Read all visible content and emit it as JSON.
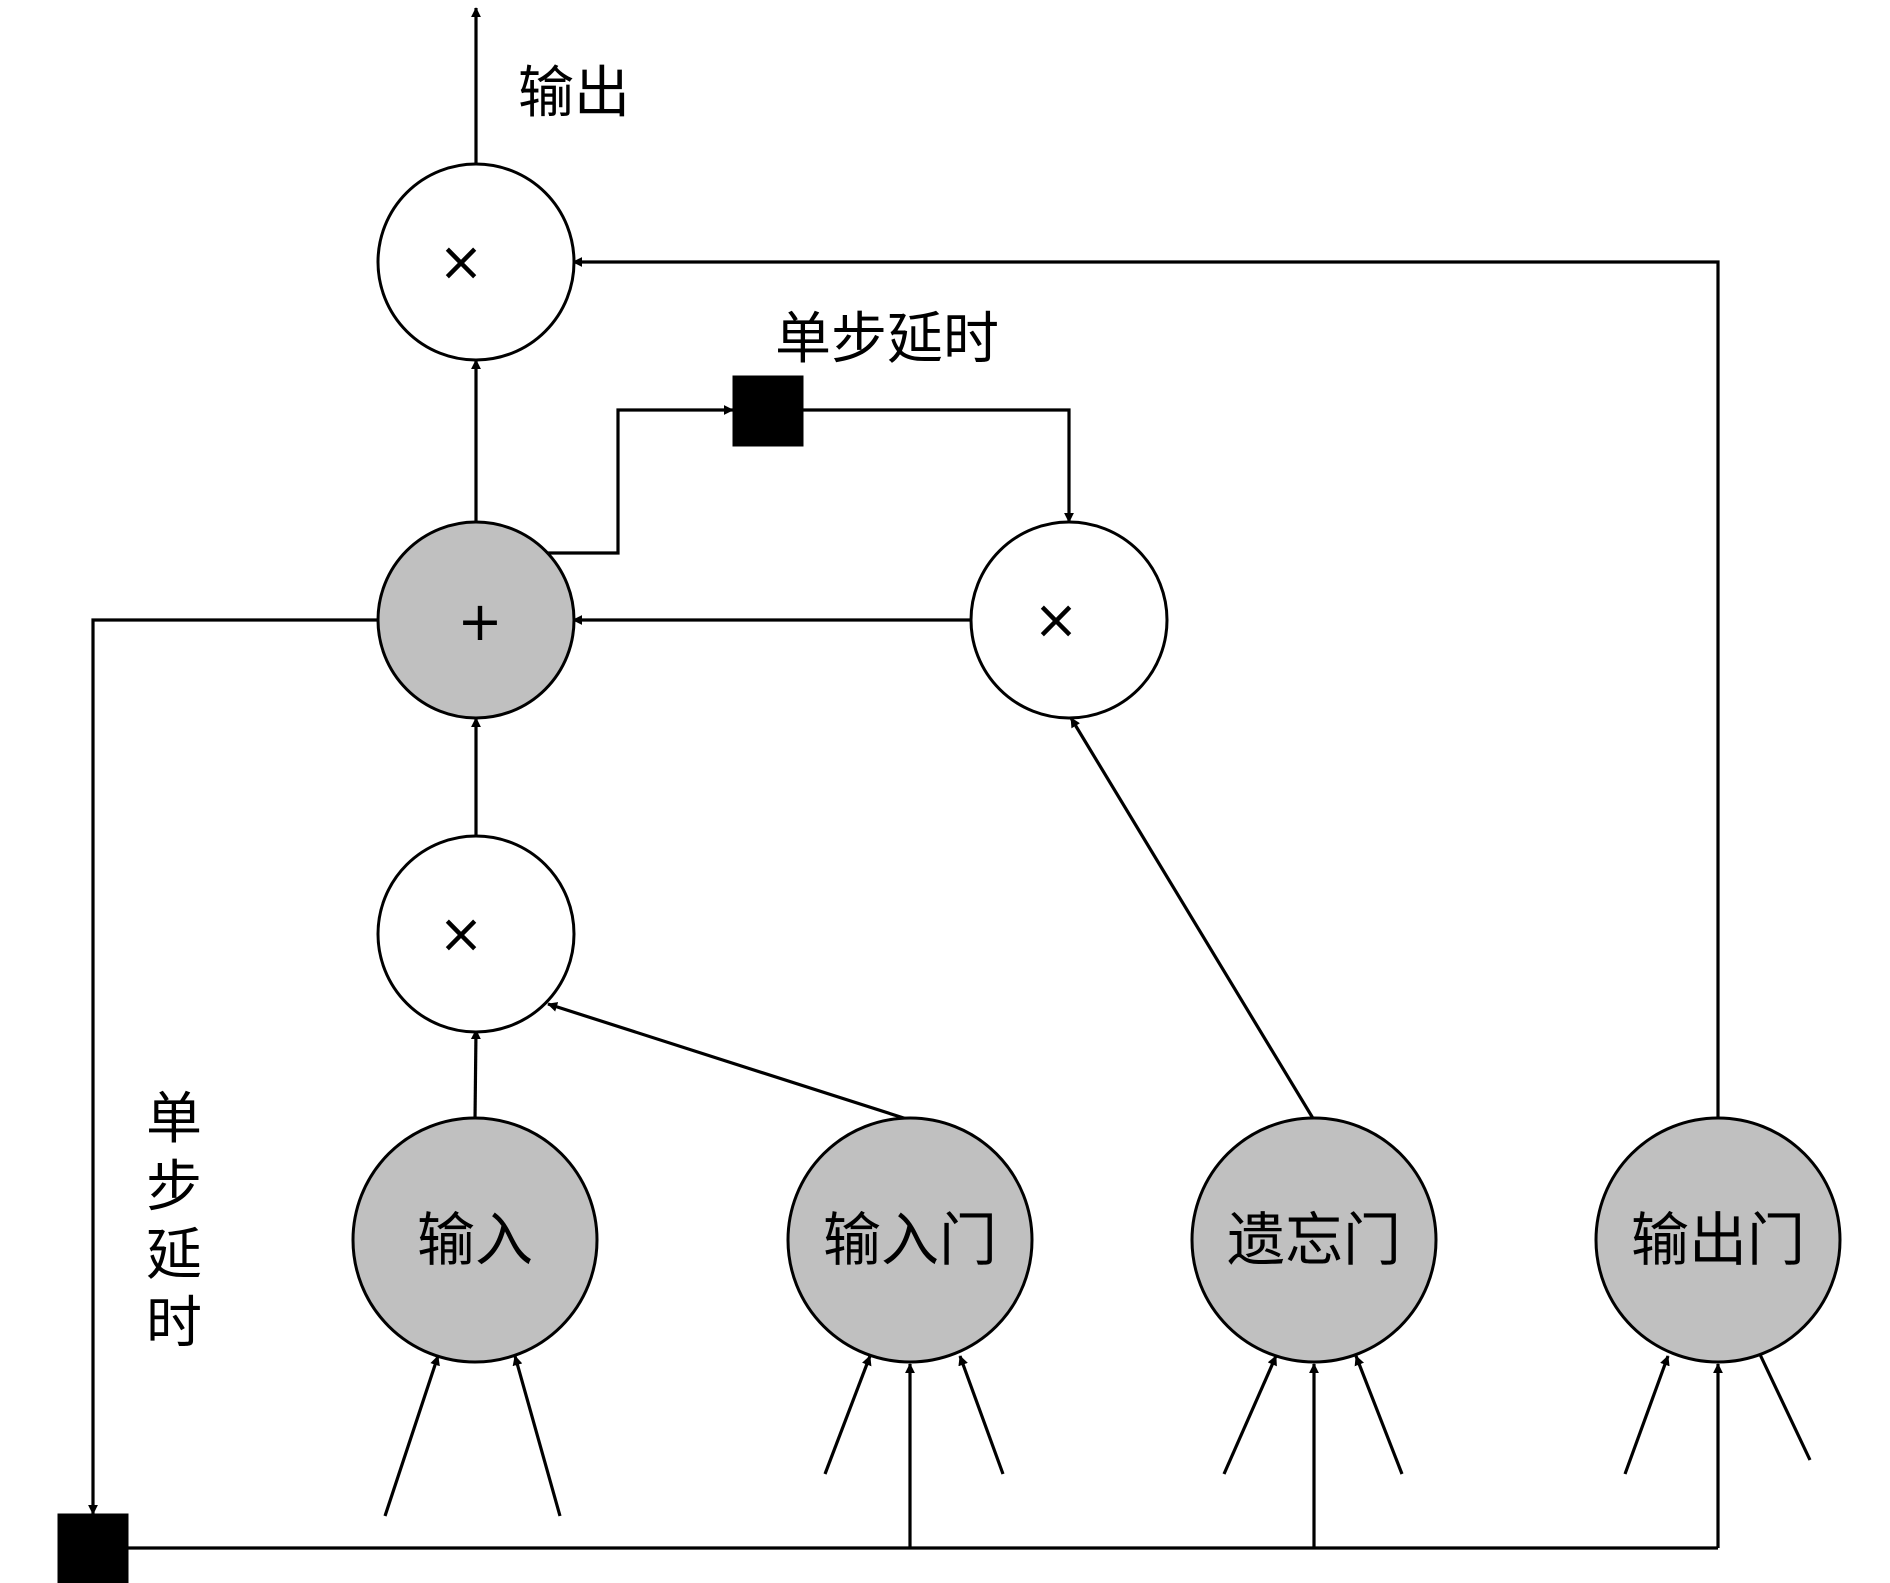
{
  "labels": {
    "output": "输出",
    "delay_top": "单步延时",
    "delay_left_chars": [
      "单",
      "步",
      "延",
      "时"
    ]
  },
  "operators": {
    "out_multiply": "×",
    "cell_add": "+",
    "forget_multiply": "×",
    "input_multiply": "×"
  },
  "nodes": {
    "input": "输入",
    "input_gate": "输入门",
    "forget_gate": "遗忘门",
    "output_gate": "输出门"
  },
  "colors": {
    "stroke": "#000000",
    "gray_fill": "#c0c0c0",
    "white_fill": "#ffffff",
    "delay_fill": "#000000"
  }
}
